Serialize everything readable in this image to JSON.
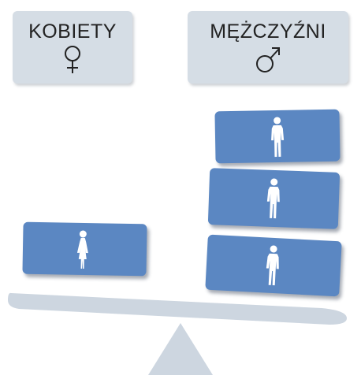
{
  "labels": {
    "women": {
      "text": "KOBIETY",
      "symbol": "female-symbol-icon"
    },
    "men": {
      "text": "MĘŻCZYŹNI",
      "symbol": "male-symbol-icon"
    }
  },
  "blocks": {
    "women": {
      "count": 1,
      "figure": "woman-figure-icon"
    },
    "men": {
      "count": 3,
      "figure": "man-figure-icon"
    }
  },
  "colors": {
    "label_bg": "#d5dde5",
    "block": "#5b87c2",
    "scale": "#cdd6e0"
  }
}
